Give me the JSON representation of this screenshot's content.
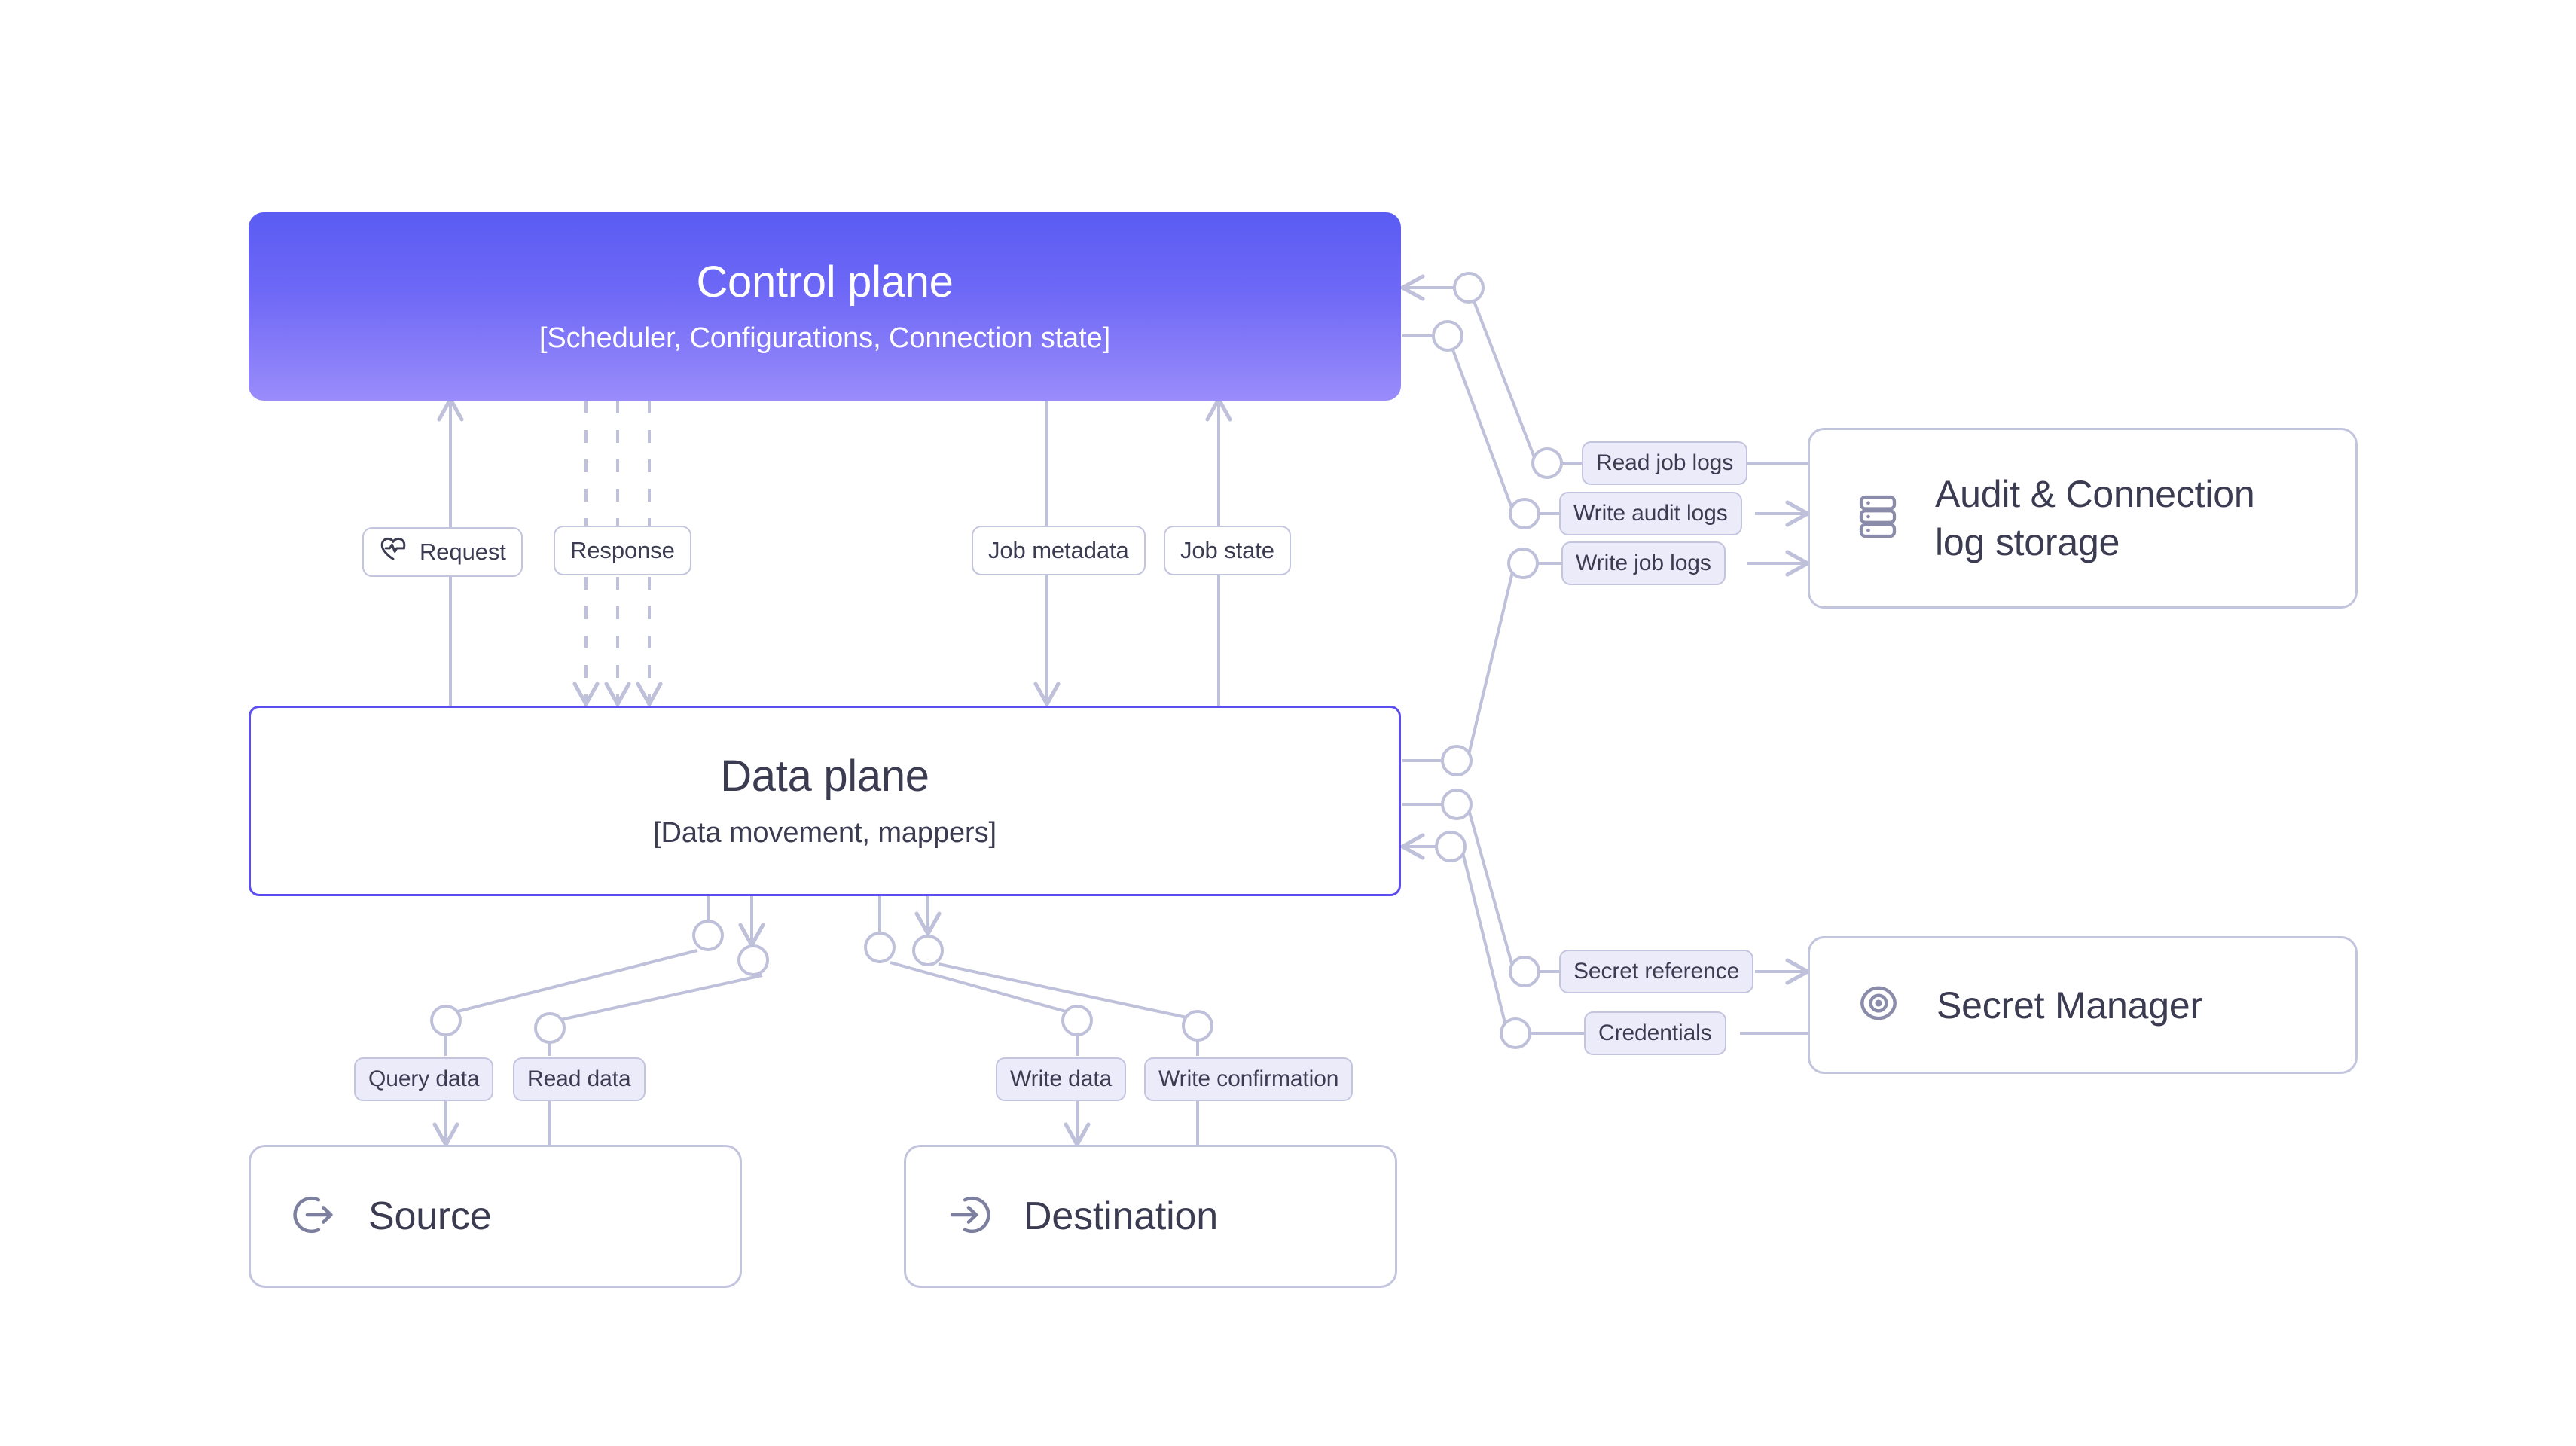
{
  "diagram": {
    "title": "Control plane / Data plane architecture",
    "background": "#ffffff",
    "colors": {
      "accent_top": "#5a5cf3",
      "accent_bottom": "#9a8cfa",
      "data_plane_border": "#5b4df0",
      "wire": "#bfc1da",
      "box_border": "#c3c4dd",
      "chip_fill": "#ecebfa",
      "text": "#3b3b52",
      "icon": "#7d7f9e"
    }
  },
  "nodes": {
    "control_plane": {
      "title": "Control plane",
      "subtitle": "[Scheduler, Configurations, Connection state]"
    },
    "data_plane": {
      "title": "Data plane",
      "subtitle": "[Data movement, mappers]"
    },
    "audit_log_storage": {
      "label": "Audit & Connection\nlog storage",
      "line1": "Audit & Connection",
      "line2": "log storage",
      "icon": "database-stack-icon"
    },
    "secret_manager": {
      "label": "Secret Manager",
      "icon": "eye-target-icon"
    },
    "source": {
      "label": "Source",
      "icon": "log-out-icon"
    },
    "destination": {
      "label": "Destination",
      "icon": "log-in-icon"
    }
  },
  "edge_labels": {
    "request": {
      "text": "Request",
      "icon": "heart-pulse-icon",
      "style": "outline"
    },
    "response": {
      "text": "Response",
      "style": "outline"
    },
    "job_metadata": {
      "text": "Job metadata",
      "style": "outline"
    },
    "job_state": {
      "text": "Job state",
      "style": "outline"
    },
    "read_job_logs": {
      "text": "Read job logs",
      "style": "tinted"
    },
    "write_audit_logs": {
      "text": "Write audit logs",
      "style": "tinted"
    },
    "write_job_logs": {
      "text": "Write job logs",
      "style": "tinted"
    },
    "secret_reference": {
      "text": "Secret reference",
      "style": "tinted"
    },
    "credentials": {
      "text": "Credentials",
      "style": "tinted"
    },
    "query_data": {
      "text": "Query data",
      "style": "tinted"
    },
    "read_data": {
      "text": "Read data",
      "style": "tinted"
    },
    "write_data": {
      "text": "Write data",
      "style": "tinted"
    },
    "write_confirmation": {
      "text": "Write confirmation",
      "style": "tinted"
    }
  }
}
